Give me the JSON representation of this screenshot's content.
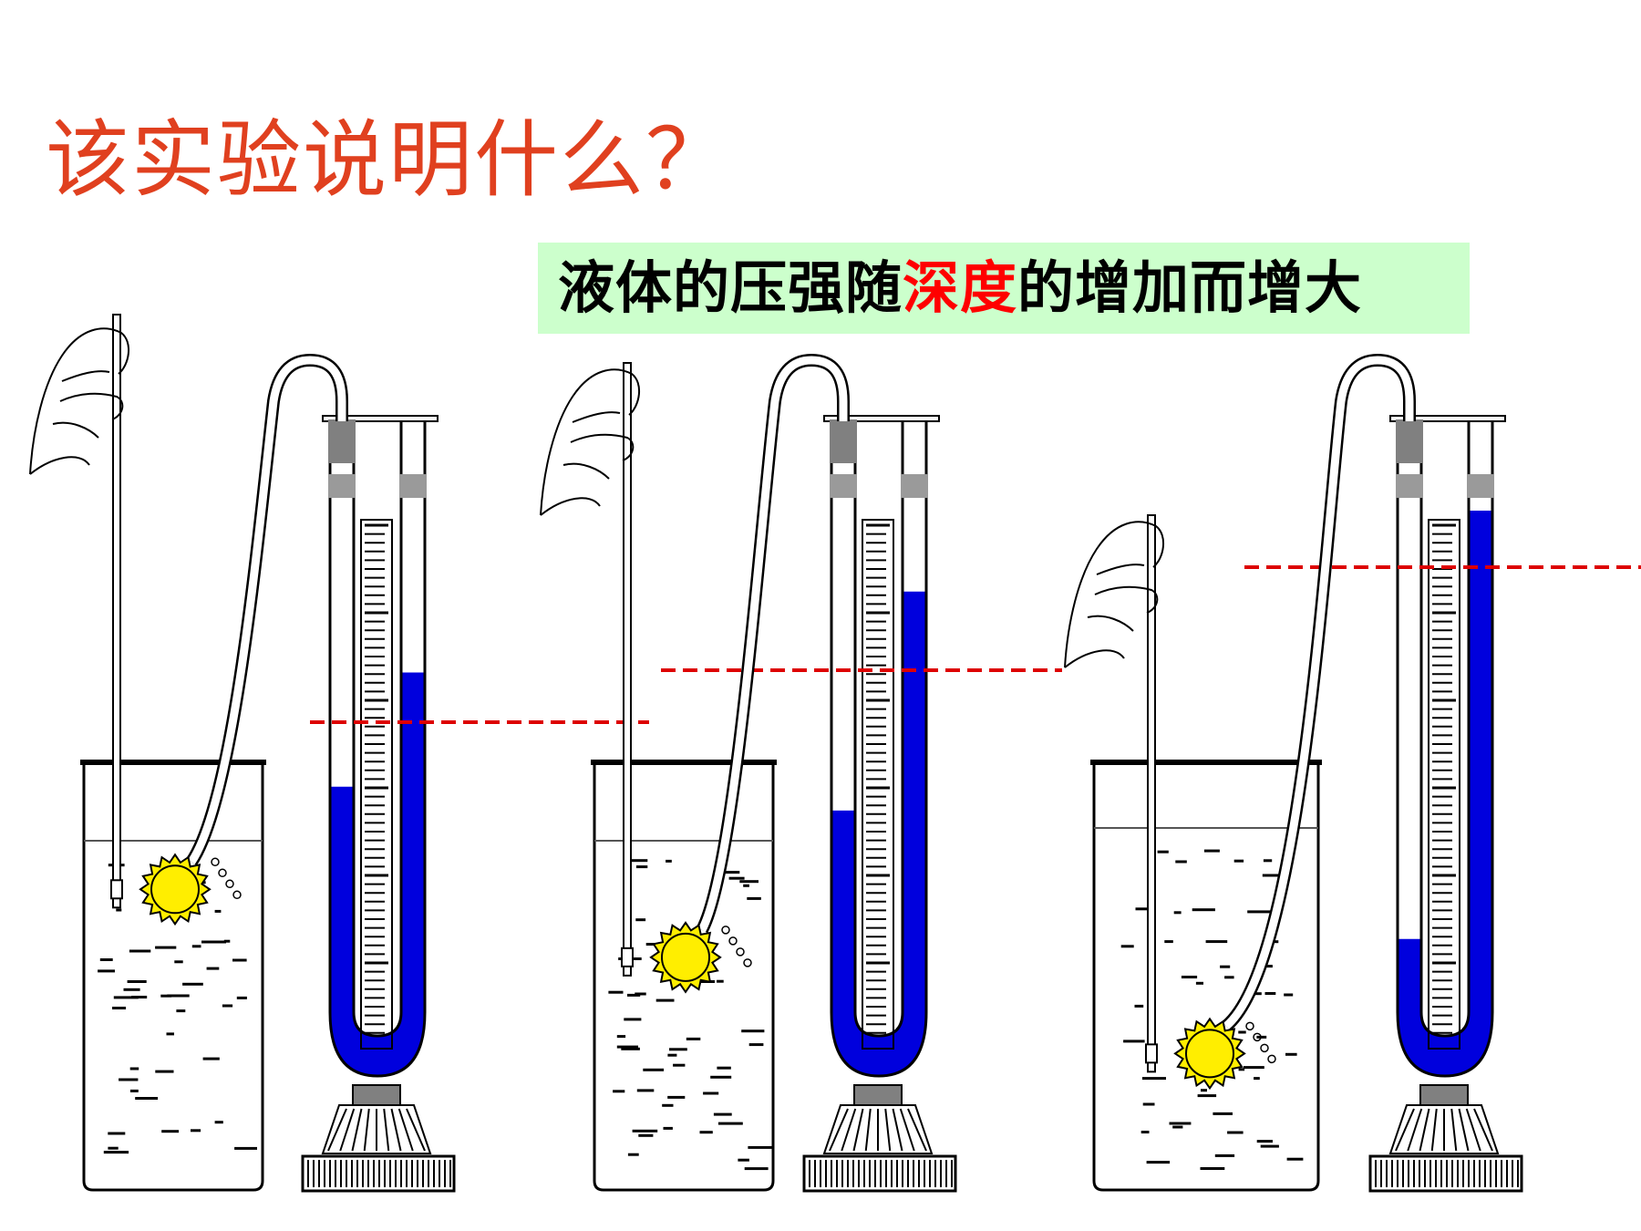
{
  "slide": {
    "question": "该实验说明什么？",
    "conclusion": {
      "before": "液体的压强随",
      "highlight": "深度",
      "after": "的增加而增大"
    }
  },
  "colors": {
    "question_text": "#e0401f",
    "conclusion_bg": "#ccffcc",
    "highlight_text": "#ff0000",
    "conclusion_text": "#000000",
    "liquid": "#0000dd",
    "level_line": "#dd0000",
    "probe_membrane": "#ffee00",
    "tube_fitting": "#808080"
  },
  "icons": [
    "hand-icon",
    "pressure-probe-icon",
    "u-tube-manometer-icon",
    "beaker-icon"
  ],
  "experiment": {
    "description_order": [
      "shallow",
      "medium",
      "deep"
    ],
    "panels": [
      {
        "probe_depth": 0.1,
        "manometer_level_left": 0.58,
        "manometer_level_right": 0.34
      },
      {
        "probe_depth": 0.42,
        "manometer_level_left": 0.63,
        "manometer_level_right": 0.17
      },
      {
        "probe_depth": 0.88,
        "manometer_level_left": 0.9,
        "manometer_level_right": 0.0
      }
    ]
  }
}
